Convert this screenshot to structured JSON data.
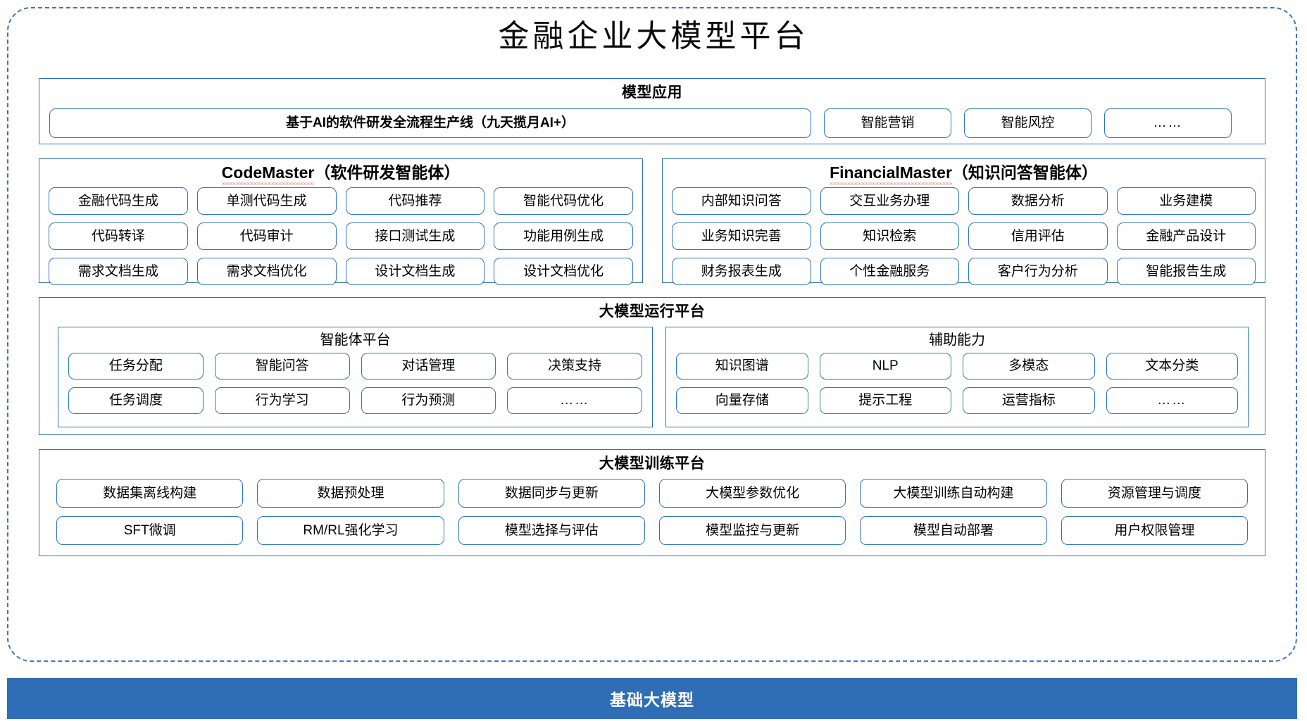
{
  "diagram": {
    "title": "金融企业大模型平台",
    "accent_border_color": "#3E6FD0",
    "box_border_color": "#2E6FB5",
    "pill_border_color": "#2E75C0",
    "footer_color": "#2F6EB5",
    "spellcheck_color": "#E03A2F"
  },
  "tiers": {
    "application": {
      "title": "模型应用",
      "primary": "基于AI的软件研发全流程生产线（九天揽月AI+）",
      "items": [
        "智能营销",
        "智能风控",
        "……"
      ]
    },
    "agents": {
      "code_master": {
        "name_latin": "CodeMaster",
        "name_cn": "（软件研发智能体）",
        "items": [
          "金融代码生成",
          "单测代码生成",
          "代码推荐",
          "智能代码优化",
          "代码转译",
          "代码审计",
          "接口测试生成",
          "功能用例生成",
          "需求文档生成",
          "需求文档优化",
          "设计文档生成",
          "设计文档优化"
        ]
      },
      "financial_master": {
        "name_latin": "FinancialMaster",
        "name_cn": "（知识问答智能体）",
        "items": [
          "内部知识问答",
          "交互业务办理",
          "数据分析",
          "业务建模",
          "业务知识完善",
          "知识检索",
          "信用评估",
          "金融产品设计",
          "财务报表生成",
          "个性金融服务",
          "客户行为分析",
          "智能报告生成"
        ]
      }
    },
    "runtime": {
      "title": "大模型运行平台",
      "agent_platform": {
        "title": "智能体平台",
        "items": [
          "任务分配",
          "智能问答",
          "对话管理",
          "决策支持",
          "任务调度",
          "行为学习",
          "行为预测",
          "……"
        ]
      },
      "auxiliary": {
        "title": "辅助能力",
        "items": [
          "知识图谱",
          "NLP",
          "多模态",
          "文本分类",
          "向量存储",
          "提示工程",
          "运营指标",
          "……"
        ]
      }
    },
    "training": {
      "title": "大模型训练平台",
      "items": [
        "数据集离线构建",
        "数据预处理",
        "数据同步与更新",
        "大模型参数优化",
        "大模型训练自动构建",
        "资源管理与调度",
        "SFT微调",
        "RM/RL强化学习",
        "模型选择与评估",
        "模型监控与更新",
        "模型自动部署",
        "用户权限管理"
      ]
    },
    "foundation": {
      "label": "基础大模型"
    }
  }
}
